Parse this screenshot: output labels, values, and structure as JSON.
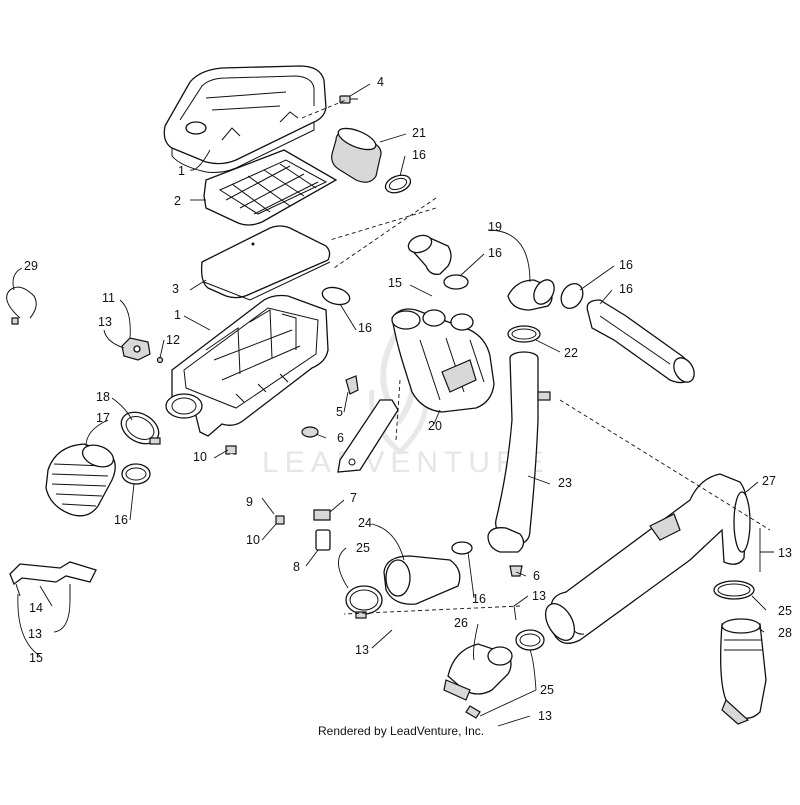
{
  "diagram": {
    "credit": "Rendered by LeadVenture, Inc.",
    "watermark": "LEADVENTURE",
    "callouts": [
      "1",
      "2",
      "3",
      "4",
      "21",
      "16",
      "1",
      "29",
      "11",
      "13",
      "12",
      "19",
      "16",
      "15",
      "16",
      "16",
      "22",
      "16",
      "18",
      "17",
      "10",
      "5",
      "6",
      "20",
      "9",
      "10",
      "7",
      "8",
      "16",
      "24",
      "25",
      "23",
      "6",
      "16",
      "13",
      "27",
      "13",
      "25",
      "28",
      "14",
      "13",
      "15",
      "13",
      "26",
      "25",
      "13"
    ]
  }
}
